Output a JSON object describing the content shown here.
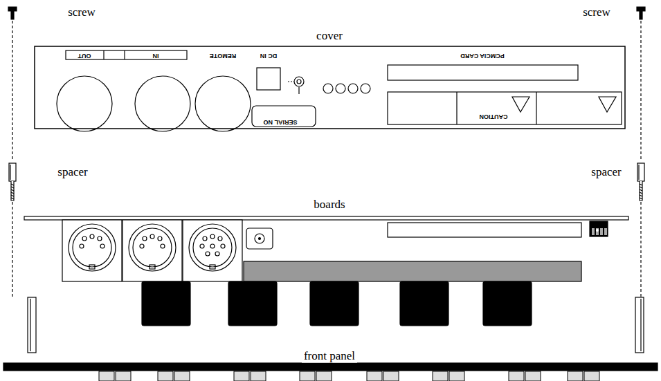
{
  "diagram": {
    "labels": [
      "screw",
      "screw",
      "cover",
      "spacer",
      "spacer",
      "boards",
      "front panel",
      "OUT",
      "IN",
      "REMOTE",
      "DC IN",
      "SERIAL NO",
      "PCMCIA CARD",
      "CAUTION"
    ]
  }
}
